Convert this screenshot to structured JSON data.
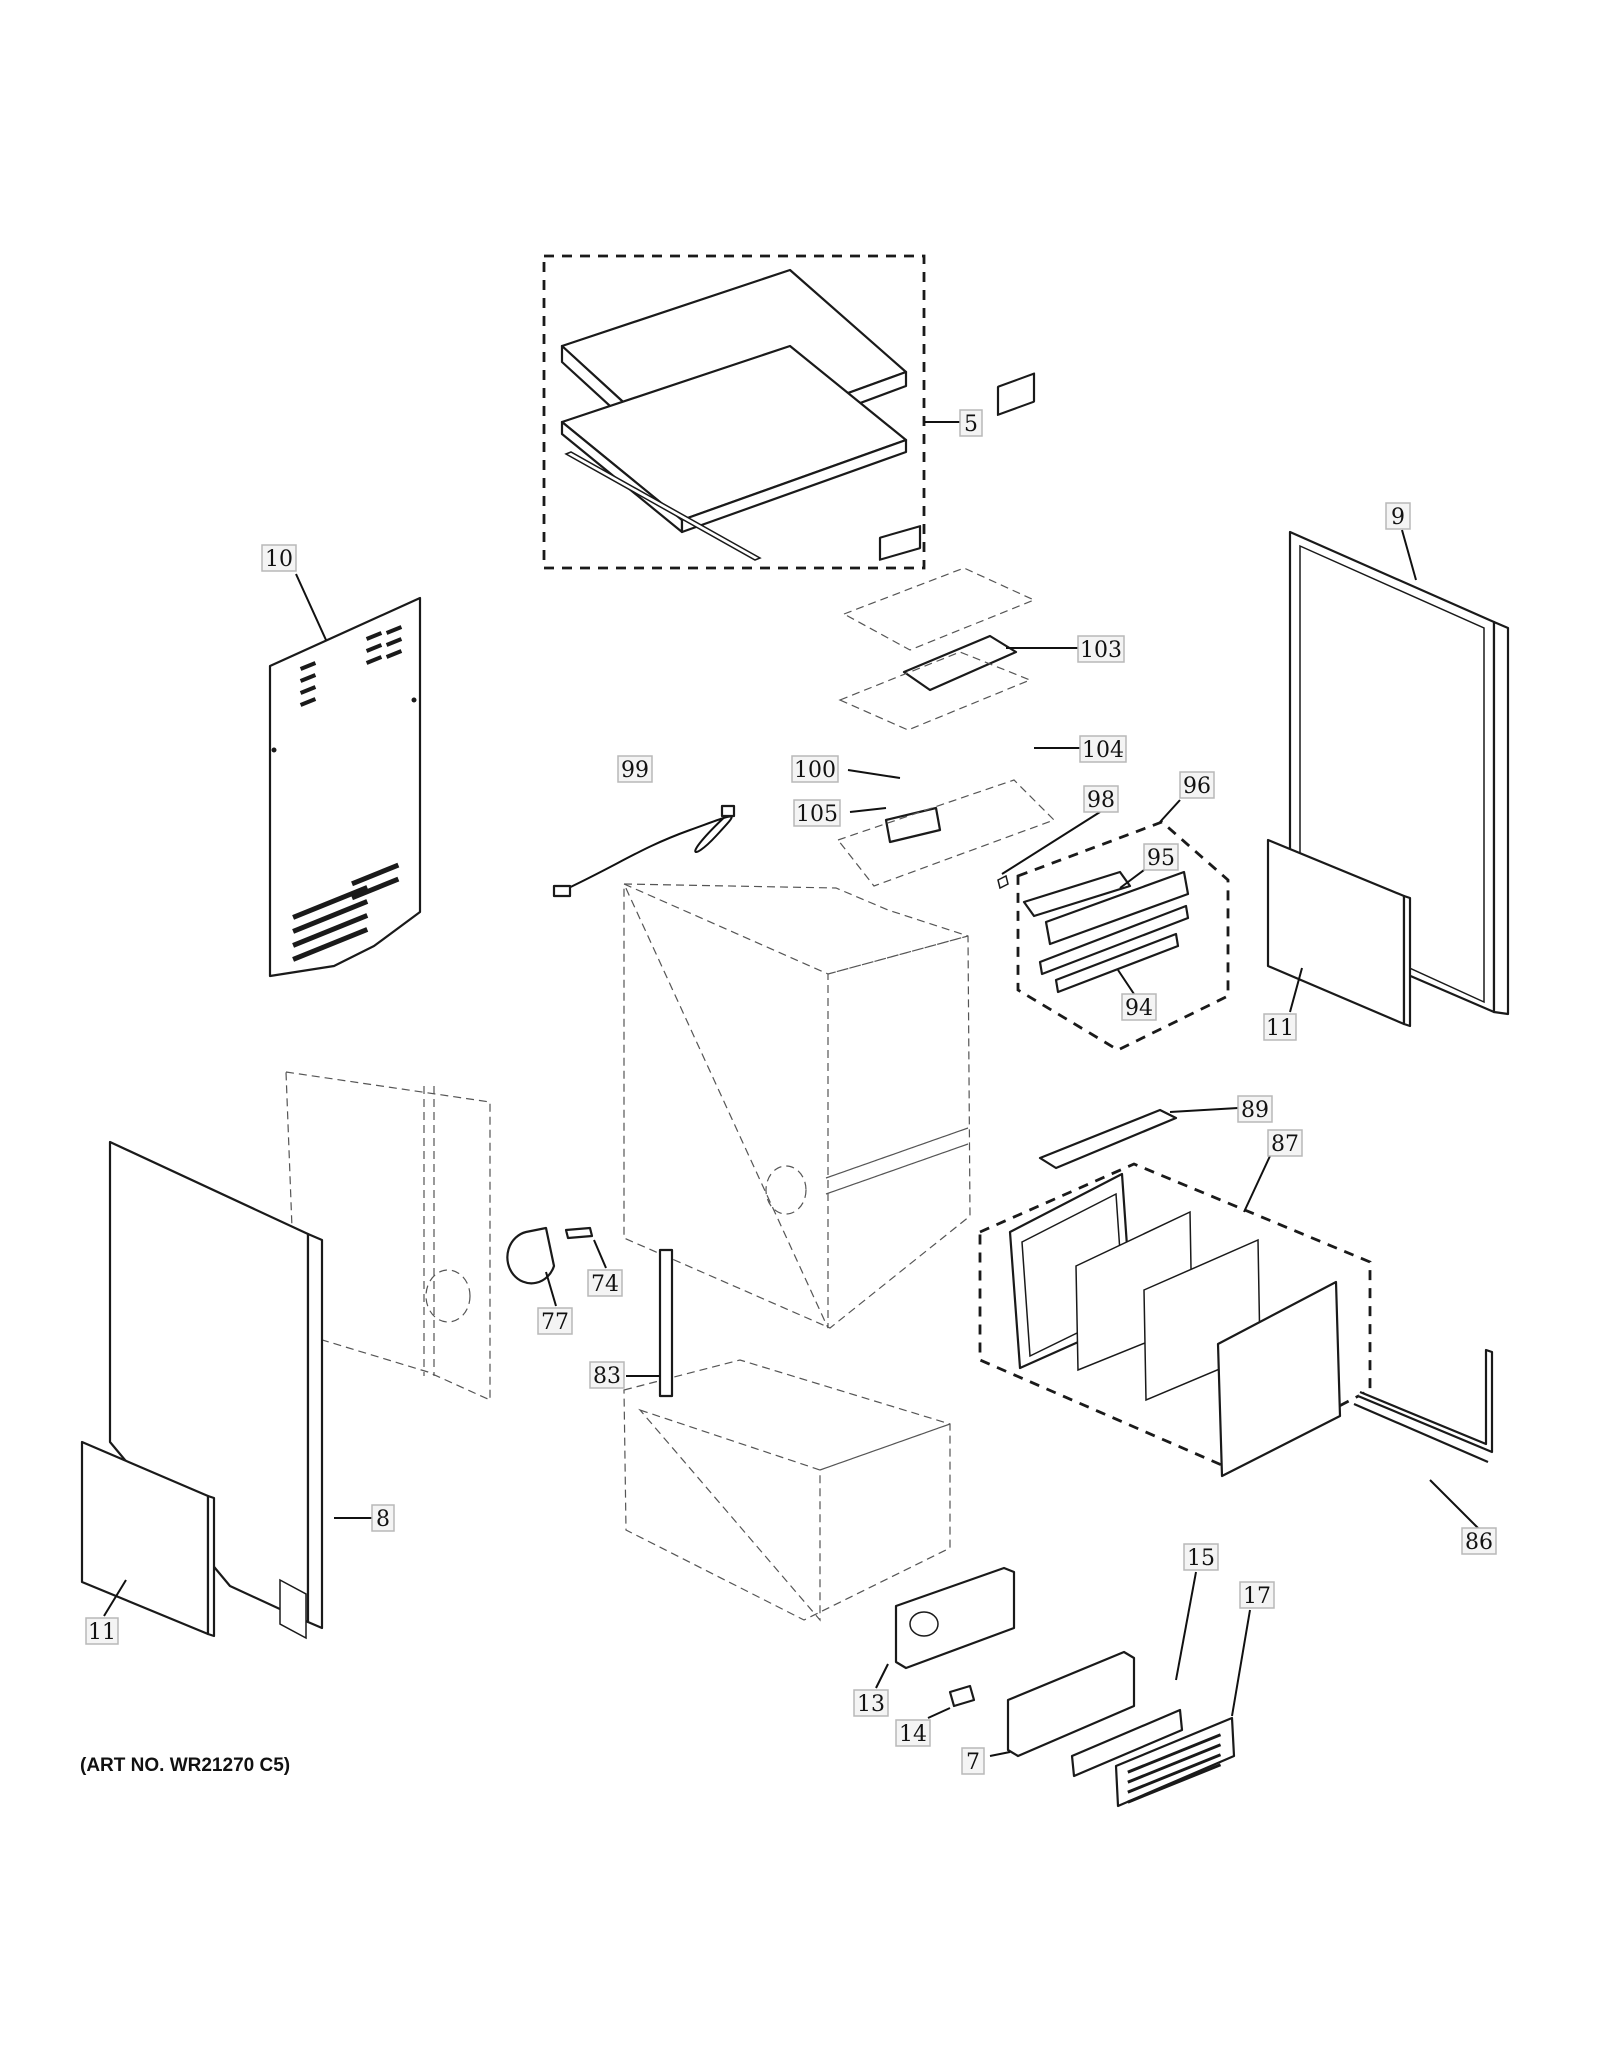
{
  "art_number": "(ART NO. WR21270 C5)",
  "callouts": [
    {
      "id": "5",
      "text": "5"
    },
    {
      "id": "7",
      "text": "7"
    },
    {
      "id": "8",
      "text": "8"
    },
    {
      "id": "9",
      "text": "9"
    },
    {
      "id": "10",
      "text": "10"
    },
    {
      "id": "11a",
      "text": "11"
    },
    {
      "id": "11b",
      "text": "11"
    },
    {
      "id": "13",
      "text": "13"
    },
    {
      "id": "14",
      "text": "14"
    },
    {
      "id": "15",
      "text": "15"
    },
    {
      "id": "17",
      "text": "17"
    },
    {
      "id": "74",
      "text": "74"
    },
    {
      "id": "77",
      "text": "77"
    },
    {
      "id": "83",
      "text": "83"
    },
    {
      "id": "86",
      "text": "86"
    },
    {
      "id": "87",
      "text": "87"
    },
    {
      "id": "89",
      "text": "89"
    },
    {
      "id": "94",
      "text": "94"
    },
    {
      "id": "95",
      "text": "95"
    },
    {
      "id": "96",
      "text": "96"
    },
    {
      "id": "98",
      "text": "98"
    },
    {
      "id": "99",
      "text": "99"
    },
    {
      "id": "100",
      "text": "100"
    },
    {
      "id": "103",
      "text": "103"
    },
    {
      "id": "104",
      "text": "104"
    },
    {
      "id": "105",
      "text": "105"
    }
  ]
}
